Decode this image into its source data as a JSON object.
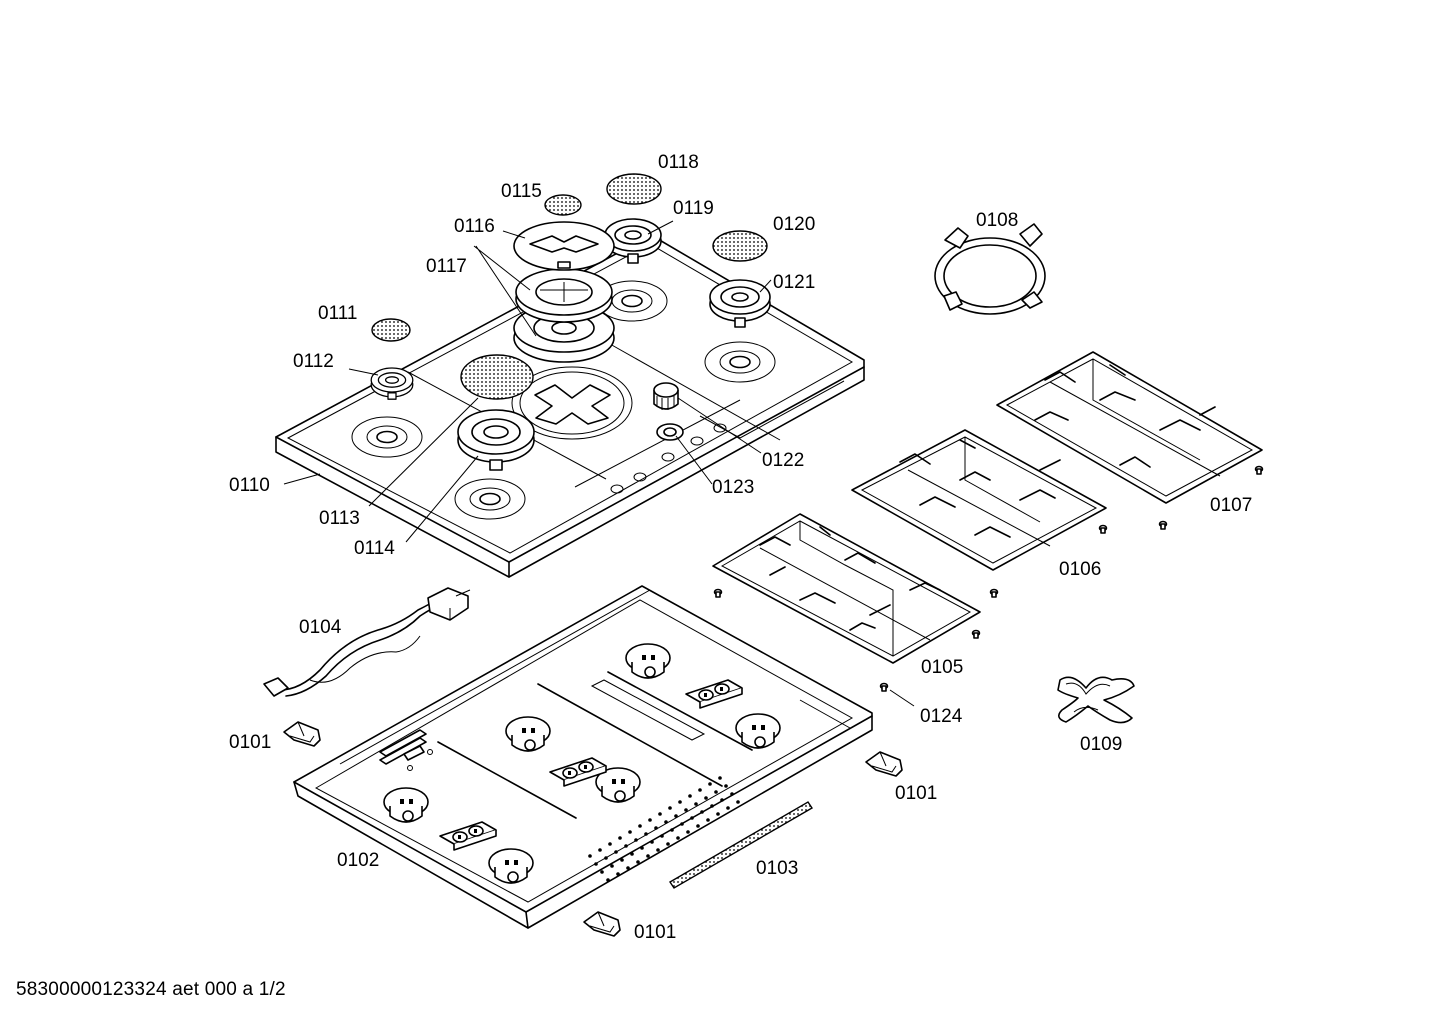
{
  "parts": [
    {
      "id": "p0101a",
      "label": "0101"
    },
    {
      "id": "p0101b",
      "label": "0101"
    },
    {
      "id": "p0101c",
      "label": "0101"
    },
    {
      "id": "p0102",
      "label": "0102"
    },
    {
      "id": "p0103",
      "label": "0103"
    },
    {
      "id": "p0104",
      "label": "0104"
    },
    {
      "id": "p0105",
      "label": "0105"
    },
    {
      "id": "p0106",
      "label": "0106"
    },
    {
      "id": "p0107",
      "label": "0107"
    },
    {
      "id": "p0108",
      "label": "0108"
    },
    {
      "id": "p0109",
      "label": "0109"
    },
    {
      "id": "p0110",
      "label": "0110"
    },
    {
      "id": "p0111",
      "label": "0111"
    },
    {
      "id": "p0112",
      "label": "0112"
    },
    {
      "id": "p0113",
      "label": "0113"
    },
    {
      "id": "p0114",
      "label": "0114"
    },
    {
      "id": "p0115",
      "label": "0115"
    },
    {
      "id": "p0116",
      "label": "0116"
    },
    {
      "id": "p0117",
      "label": "0117"
    },
    {
      "id": "p0118",
      "label": "0118"
    },
    {
      "id": "p0119",
      "label": "0119"
    },
    {
      "id": "p0120",
      "label": "0120"
    },
    {
      "id": "p0121",
      "label": "0121"
    },
    {
      "id": "p0122",
      "label": "0122"
    },
    {
      "id": "p0123",
      "label": "0123"
    },
    {
      "id": "p0124",
      "label": "0124"
    }
  ],
  "footer": "58300000123324 aet 000 a 1/2"
}
